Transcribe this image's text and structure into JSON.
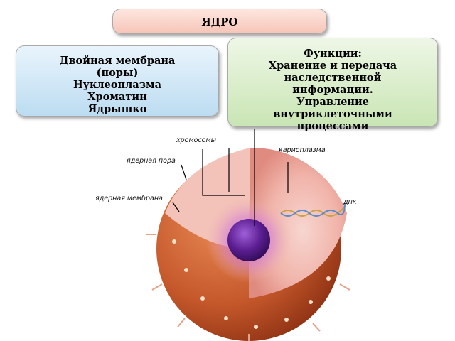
{
  "title": "ЯДРО",
  "structure_box": {
    "lines": [
      "Двойная мембрана",
      "(поры)",
      "Нуклеоплазма",
      "Хроматин",
      "Ядрышко"
    ]
  },
  "functions_box": {
    "lines": [
      "Функции:",
      "Хранение и передача",
      "наследственной",
      "информации.",
      "Управление",
      "внутриклеточными",
      "процессами"
    ]
  },
  "labels": {
    "chromosomes": "хромосомы",
    "nuclear_pore": "ядерная пора",
    "nuclear_membrane": "ядерная мембрана",
    "karyoplasm": "кариоплазма",
    "dna": "днк"
  },
  "colors": {
    "outer_membrane": "#c8582b",
    "inner_cut": "#f2b9ae",
    "nucleolus": "#5d1f93",
    "dna_strand": "#c9a24a"
  }
}
